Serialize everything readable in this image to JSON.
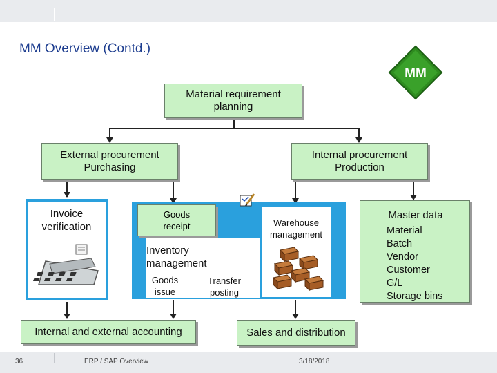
{
  "slide": {
    "title": "MM Overview (Contd.)",
    "logo_text": "MM",
    "page_number": "36",
    "footer_label": "ERP / SAP Overview",
    "date": "3/18/2018"
  },
  "diagram": {
    "mrp": "Material requirement\nplanning",
    "external": "External procurement\nPurchasing",
    "internal": "Internal procurement\nProduction",
    "invoice": "Invoice\nverification",
    "goods_receipt": "Goods\nreceipt",
    "warehouse": "Warehouse\nmanagement",
    "inventory": "Inventory\nmanagement",
    "goods_issue": "Goods\nissue",
    "transfer": "Transfer\nposting",
    "accounting": "Internal and external accounting",
    "sales": "Sales and distribution",
    "master_data": {
      "title": "Master data",
      "items": [
        "Material",
        "Batch",
        "Vendor",
        "Customer",
        "G/L",
        "Storage bins"
      ]
    }
  },
  "colors": {
    "box_fill": "#c9f2c5",
    "inventory_area": "#2aa0dd",
    "title": "#1d3d8f",
    "logo": "#2e8b1f"
  }
}
